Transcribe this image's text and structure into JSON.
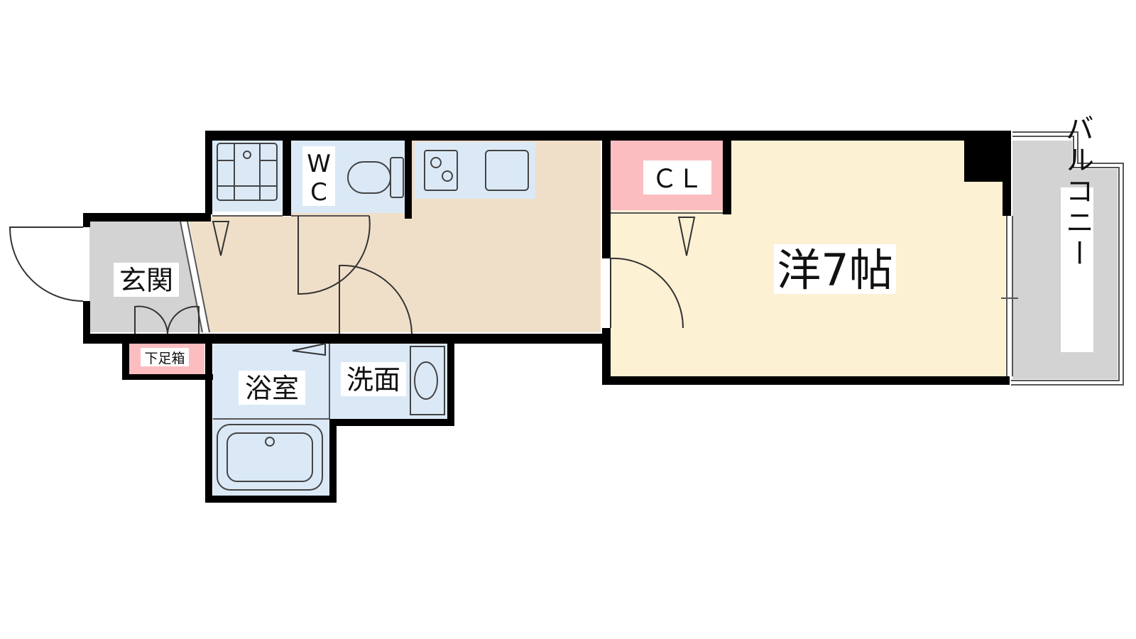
{
  "rooms": {
    "entrance": "玄関",
    "shoe_box": "下足箱",
    "wc_line1": "W",
    "wc_line2": "C",
    "bathroom": "浴室",
    "washroom": "洗面",
    "closet_line": "ＣＬ",
    "western_room": "洋7帖",
    "balcony": "バルコニー"
  },
  "colors": {
    "wall": "#000000",
    "corridor_kitchen": "#f0dfc8",
    "western_room": "#fdf1d3",
    "wet_areas": "#dbe9f7",
    "closet": "#fbbdbf",
    "shoe_box": "#fbbdbf",
    "entrance": "#d3d3d3",
    "balcony": "#d3d3d3"
  }
}
